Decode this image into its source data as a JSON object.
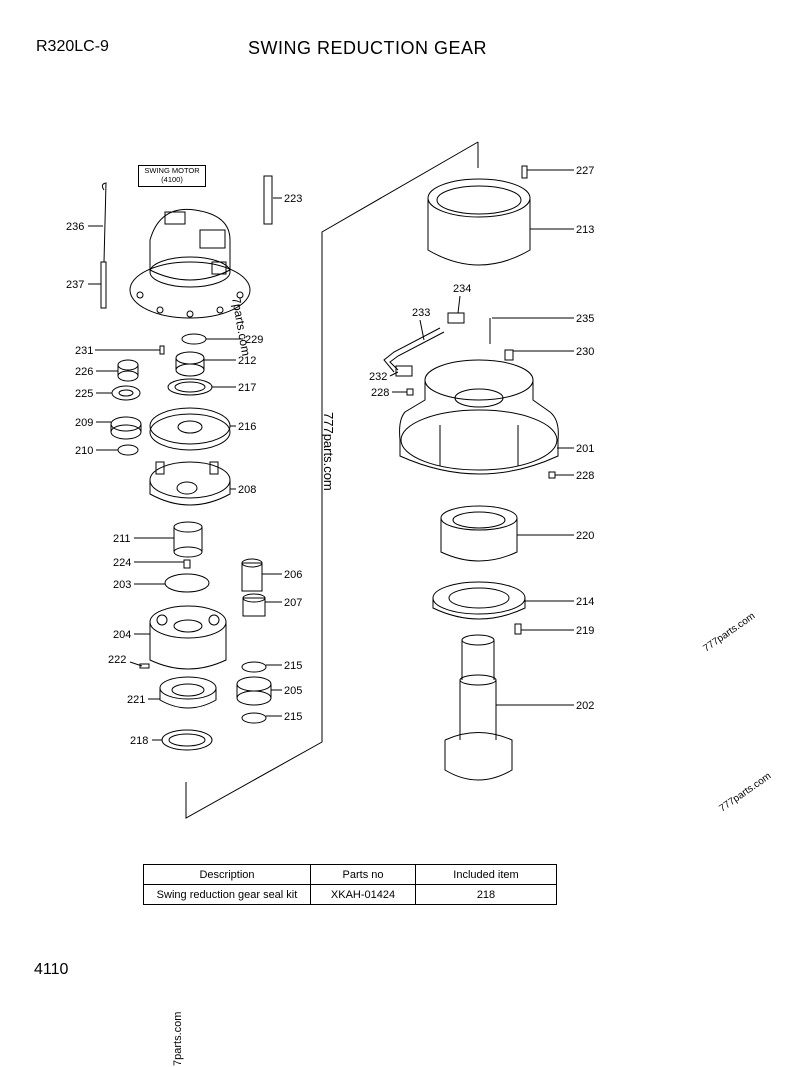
{
  "header": {
    "model": "R320LC-9",
    "title": "SWING REDUCTION GEAR"
  },
  "page_number": "4110",
  "motor_box": {
    "line1": "SWING MOTOR",
    "line2": "(4100)"
  },
  "watermarks": {
    "text_a": "777parts.com",
    "text_b": "7parts.com"
  },
  "callouts": {
    "c236": "236",
    "c237": "237",
    "c223": "223",
    "c229": "229",
    "c231": "231",
    "c212": "212",
    "c226": "226",
    "c225": "225",
    "c217": "217",
    "c209": "209",
    "c216": "216",
    "c210": "210",
    "c208": "208",
    "c211": "211",
    "c224": "224",
    "c206": "206",
    "c203": "203",
    "c207": "207",
    "c204": "204",
    "c222": "222",
    "c215a": "215",
    "c205": "205",
    "c221": "221",
    "c215b": "215",
    "c218": "218",
    "c227": "227",
    "c213": "213",
    "c234": "234",
    "c233": "233",
    "c235": "235",
    "c230": "230",
    "c232": "232",
    "c228a": "228",
    "c201": "201",
    "c228b": "228",
    "c220": "220",
    "c214": "214",
    "c219": "219",
    "c202": "202"
  },
  "kit_table": {
    "headers": {
      "description": "Description",
      "parts_no": "Parts no",
      "included": "Included item"
    },
    "row": {
      "description": "Swing reduction gear seal kit",
      "parts_no": "XKAH-01424",
      "included": "218"
    }
  }
}
